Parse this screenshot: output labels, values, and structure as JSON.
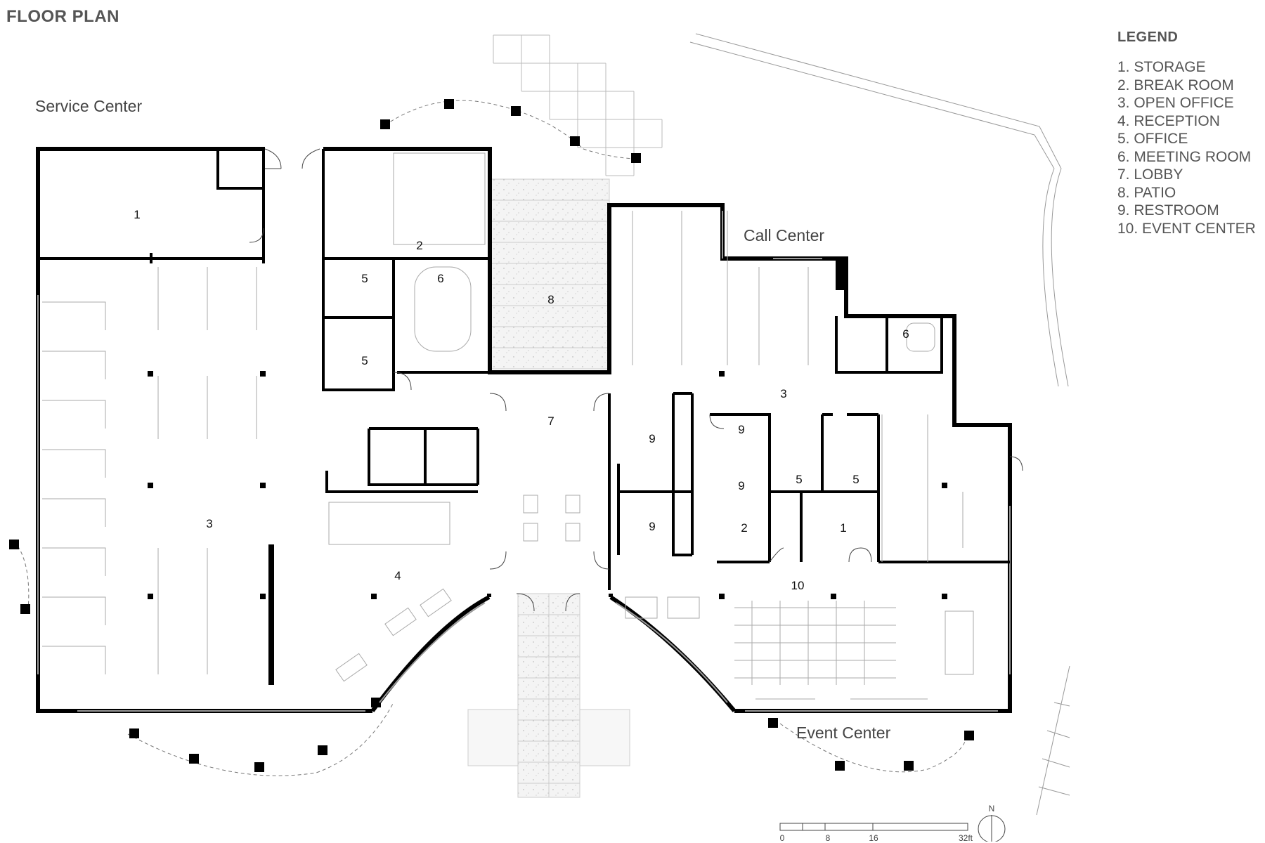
{
  "title": "FLOOR PLAN",
  "legend": {
    "title": "LEGEND",
    "items": [
      "1. STORAGE",
      "2. BREAK ROOM",
      "3. OPEN OFFICE",
      "4. RECEPTION",
      "5. OFFICE",
      "6. MEETING ROOM",
      "7. LOBBY",
      "8. PATIO",
      "9. RESTROOM",
      "10. EVENT CENTER"
    ]
  },
  "zones": {
    "service_center": "Service Center",
    "call_center": "Call Center",
    "event_center": "Event Center"
  },
  "rooms": {
    "storage_west": "1",
    "break_room": "2",
    "office_a": "5",
    "office_b": "5",
    "meeting_west": "6",
    "patio": "8",
    "open_office_west": "3",
    "reception": "4",
    "lobby": "7",
    "restroom_a": "9",
    "restroom_b": "9",
    "restroom_c": "9",
    "restroom_d": "9",
    "break_east": "2",
    "office_c": "5",
    "office_d": "5",
    "storage_east": "1",
    "open_office_east": "3",
    "meeting_east": "6",
    "event_center": "10"
  },
  "scale_bar": {
    "ticks": [
      "0",
      "8",
      "16",
      "32ft"
    ]
  },
  "north_label": "N"
}
